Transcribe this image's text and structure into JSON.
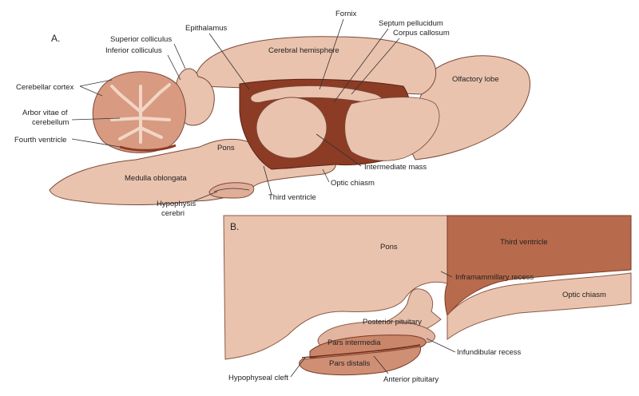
{
  "panel_a": {
    "letter": "A.",
    "labels": {
      "epithalamus": "Epithalamus",
      "fornix": "Fornix",
      "septum_pellucidum": "Septum pellucidum",
      "corpus_callosum": "Corpus callosum",
      "superior_colliculus": "Superior colliculus",
      "inferior_colliculus": "Inferior colliculus",
      "cerebral_hemisphere": "Cerebral hemisphere",
      "olfactory_lobe": "Olfactory lobe",
      "cerebellar_cortex": "Cerebellar cortex",
      "arbor_vitae_1": "Arbor vitae of",
      "arbor_vitae_2": "cerebellum",
      "fourth_ventricle": "Fourth ventricle",
      "pons": "Pons",
      "medulla_oblongata": "Medulla oblongata",
      "intermediate_mass": "Intermediate mass",
      "optic_chiasm": "Optic chiasm",
      "third_ventricle": "Third ventricle",
      "hypophysis_1": "Hypophysis",
      "hypophysis_2": "cerebri"
    }
  },
  "panel_b": {
    "letter": "B.",
    "labels": {
      "pons": "Pons",
      "third_ventricle": "Third ventricle",
      "inframammillary_recess": "Inframammillary recess",
      "optic_chiasm": "Optic chiasm",
      "posterior_pituitary": "Posterior pituitary",
      "pars_intermedia": "Pars intermedia",
      "pars_distalis": "Pars distalis",
      "infundibular_recess": "Infundibular recess",
      "hypophyseal_cleft": "Hypophyseal cleft",
      "anterior_pituitary": "Anterior pituitary"
    }
  },
  "colors": {
    "tissue": "#eac3ae",
    "tissue_mid": "#e0ad97",
    "ventricle": "#8c3b25",
    "ventricle_b": "#b86a4c",
    "cerebellum": "#d99a82",
    "outline": "#7a4a3a"
  }
}
